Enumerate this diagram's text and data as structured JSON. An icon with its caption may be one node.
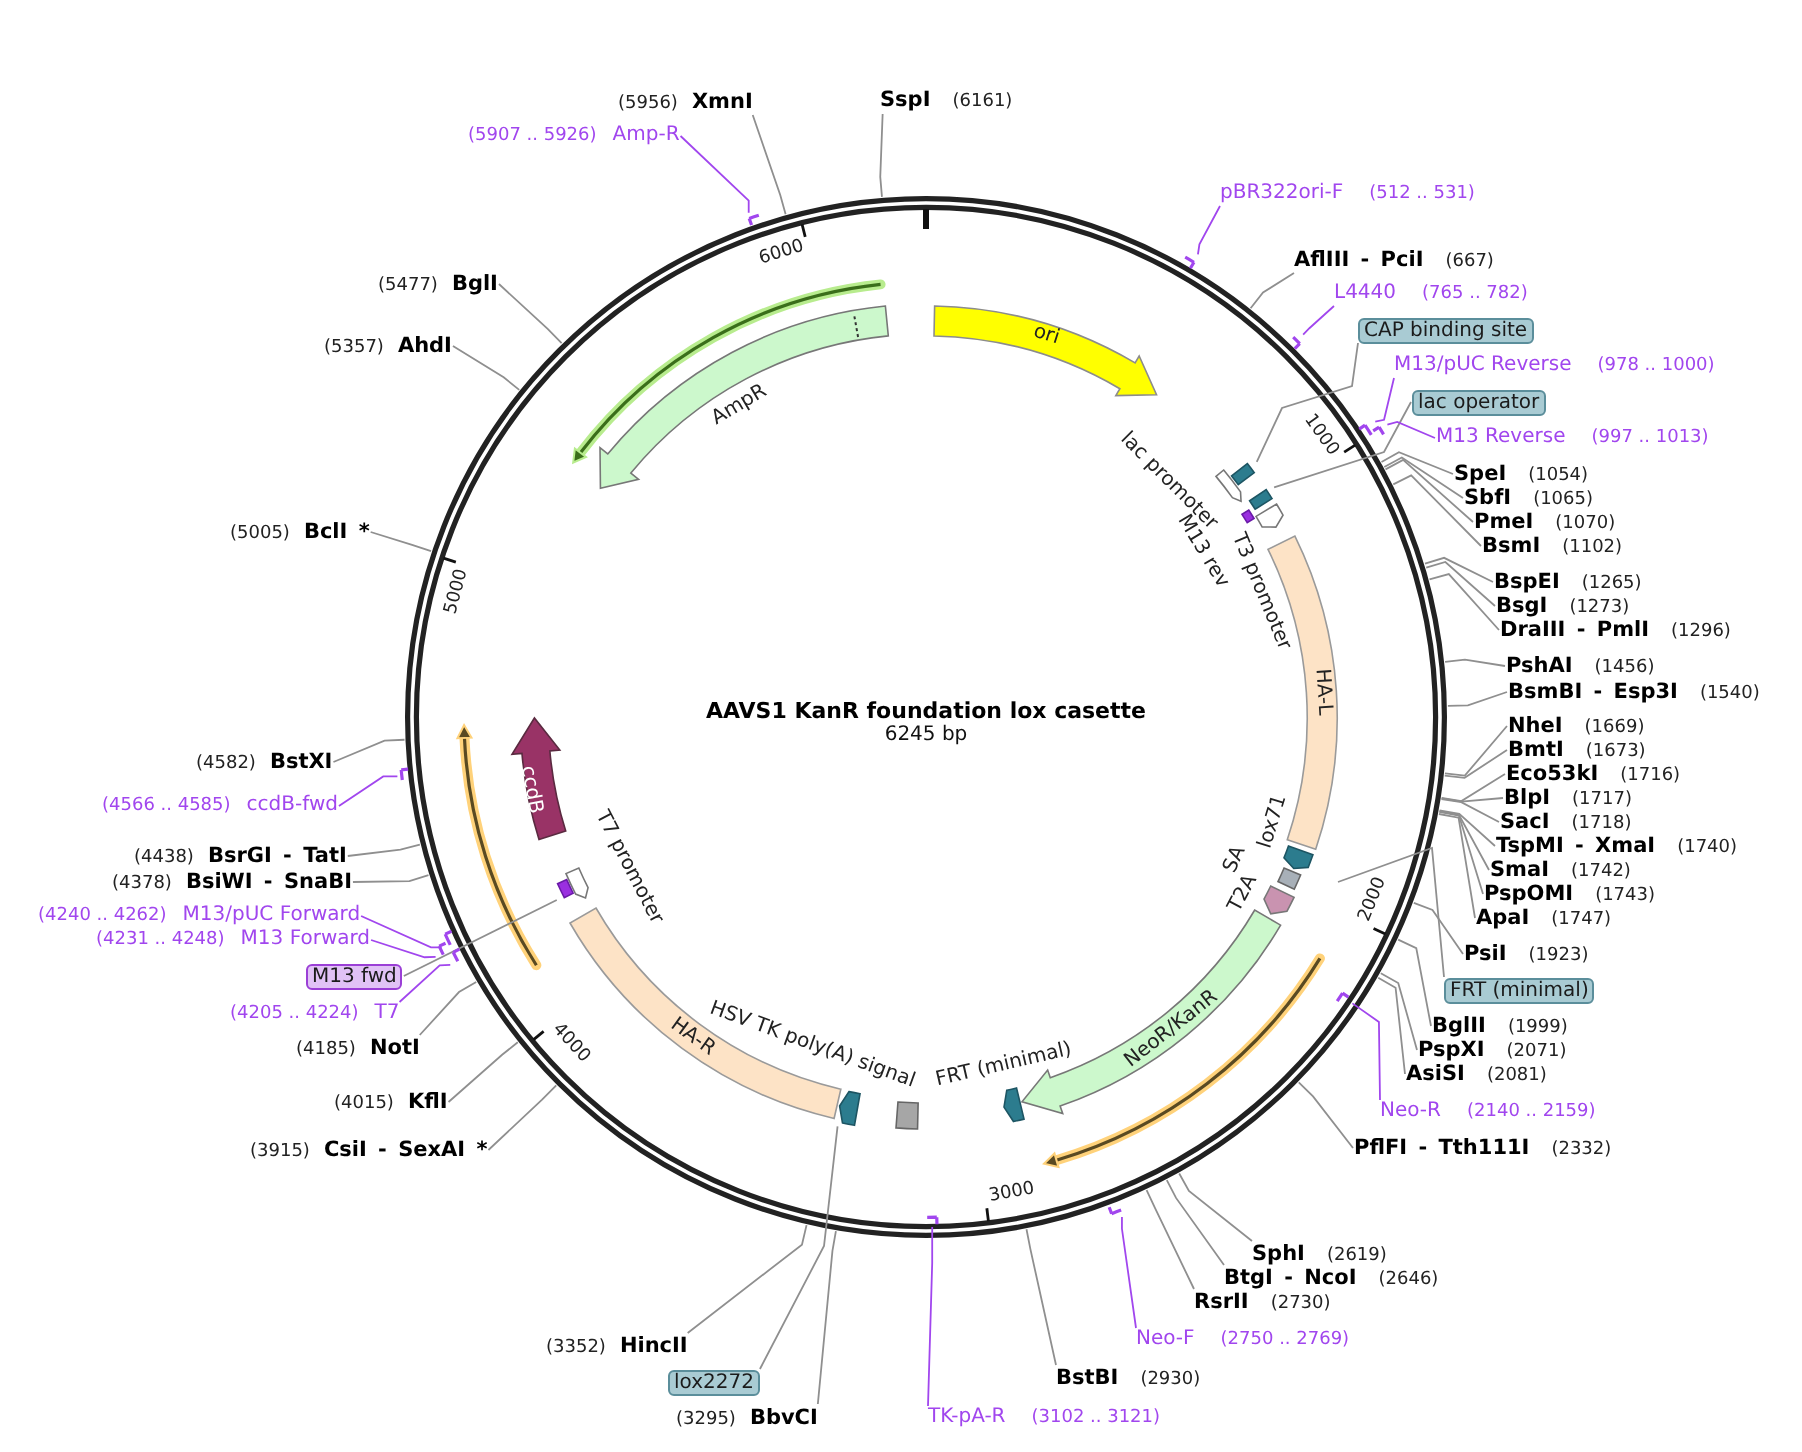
{
  "diagram": {
    "title": "AAVS1 KanR foundation lox casette",
    "nodes": [
      {
        "text": [
          "(5956)",
          "XmnI"
        ]
      },
      {
        "text": [
          "(5907 .. 5926)",
          "Amp-R"
        ]
      },
      {
        "text": [
          "SspI",
          "(6161)"
        ]
      },
      {
        "text": [
          "pBR322ori-F",
          "(512 .. 531)"
        ]
      },
      {
        "text": [
          "AflIII - PciI",
          "(667)"
        ]
      },
      {
        "text": [
          "L4440",
          "(765 .. 782)"
        ]
      },
      {
        "text": [
          "CAP binding site"
        ]
      },
      {
        "text": [
          "M13/pUC Reverse",
          "(978 .. 1000)"
        ]
      },
      {
        "text": [
          "lac operator"
        ]
      },
      {
        "text": [
          "M13 Reverse",
          "(997 .. 1013)"
        ]
      },
      {
        "text": [
          "SpeI",
          "(1054)"
        ]
      },
      {
        "text": [
          "SbfI",
          "(1065)"
        ]
      },
      {
        "text": [
          "PmeI",
          "(1070)"
        ]
      },
      {
        "text": [
          "BsmI",
          "(1102)"
        ]
      },
      {
        "text": [
          "BspEI",
          "(1265)"
        ]
      },
      {
        "text": [
          "BsgI",
          "(1273)"
        ]
      },
      {
        "text": [
          "DraIII - PmlI",
          "(1296)"
        ]
      },
      {
        "text": [
          "PshAI",
          "(1456)"
        ]
      },
      {
        "text": [
          "BsmBI - Esp3I",
          "(1540)"
        ]
      },
      {
        "text": [
          "NheI",
          "(1669)"
        ]
      },
      {
        "text": [
          "BmtI",
          "(1673)"
        ]
      },
      {
        "text": [
          "Eco53kI",
          "(1716)"
        ]
      },
      {
        "text": [
          "BlpI",
          "(1717)"
        ]
      },
      {
        "text": [
          "SacI",
          "(1718)"
        ]
      },
      {
        "text": [
          "TspMI - XmaI",
          "(1740)"
        ]
      },
      {
        "text": [
          "SmaI",
          "(1742)"
        ]
      },
      {
        "text": [
          "PspOMI",
          "(1743)"
        ]
      },
      {
        "text": [
          "ApaI",
          "(1747)"
        ]
      },
      {
        "text": [
          "PsiI",
          "(1923)"
        ]
      },
      {
        "text": [
          "FRT (minimal)"
        ]
      },
      {
        "text": [
          "BglII",
          "(1999)"
        ]
      },
      {
        "text": [
          "PspXI",
          "(2071)"
        ]
      },
      {
        "text": [
          "AsiSI",
          "(2081)"
        ]
      },
      {
        "text": [
          "Neo-R",
          "(2140 .. 2159)"
        ]
      },
      {
        "text": [
          "PflFI - Tth111I",
          "(2332)"
        ]
      },
      {
        "text": [
          "SphI",
          "(2619)"
        ]
      },
      {
        "text": [
          "BtgI - NcoI",
          "(2646)"
        ]
      },
      {
        "text": [
          "RsrII",
          "(2730)"
        ]
      },
      {
        "text": [
          "Neo-F",
          "(2750 .. 2769)"
        ]
      },
      {
        "text": [
          "BstBI",
          "(2930)"
        ]
      },
      {
        "text": [
          "TK-pA-R",
          "(3102 .. 3121)"
        ]
      },
      {
        "text": [
          "(3295)",
          "BbvCI"
        ]
      },
      {
        "text": [
          "lox2272"
        ]
      },
      {
        "text": [
          "(3352)",
          "HincII"
        ]
      },
      {
        "text": [
          "(3915)",
          "CsiI - SexAI *"
        ]
      },
      {
        "text": [
          "(4015)",
          "KflI"
        ]
      },
      {
        "text": [
          "(4185)",
          "NotI"
        ]
      },
      {
        "text": [
          "(4205 .. 4224)",
          "T7"
        ]
      },
      {
        "text": [
          "M13 fwd"
        ]
      },
      {
        "text": [
          "(4231 .. 4248)",
          "M13 Forward"
        ]
      },
      {
        "text": [
          "(4240 .. 4262)",
          "M13/pUC Forward"
        ]
      },
      {
        "text": [
          "(4378)",
          "BsiWI - SnaBI"
        ]
      },
      {
        "text": [
          "(4438)",
          "BsrGI - TatI"
        ]
      },
      {
        "text": [
          "(4566 .. 4585)",
          "ccdB-fwd"
        ]
      },
      {
        "text": [
          "(4582)",
          "BstXI"
        ]
      },
      {
        "text": [
          "(5005)",
          "BclI *"
        ]
      },
      {
        "text": [
          "(5357)",
          "AhdI"
        ]
      },
      {
        "text": [
          "(5477)",
          "BglI"
        ]
      },
      {
        "text": [
          "ori"
        ]
      },
      {
        "text": [
          "lac promoter"
        ]
      },
      {
        "text": [
          "M13 rev"
        ]
      },
      {
        "text": [
          "T3 promoter"
        ]
      },
      {
        "text": [
          "HA-L"
        ]
      },
      {
        "text": [
          "lox71"
        ]
      },
      {
        "text": [
          "SA"
        ]
      },
      {
        "text": [
          "T2A"
        ]
      },
      {
        "text": [
          "NeoR/KanR"
        ]
      },
      {
        "text": [
          "FRT (minimal)"
        ]
      },
      {
        "text": [
          "HSV TK poly(A) signal"
        ]
      },
      {
        "text": [
          "HA-R"
        ]
      },
      {
        "text": [
          "T7 promoter"
        ]
      },
      {
        "text": [
          "ccdB"
        ]
      },
      {
        "text": [
          "AmpR"
        ]
      },
      {
        "text": [],
        "shape": "box"
      },
      {
        "text": [],
        "shape": "box"
      },
      {
        "text": [],
        "shape": "arrow"
      },
      {
        "text": [],
        "shape": "bar"
      },
      {
        "text": [],
        "shape": "bar"
      },
      {
        "text": [],
        "shape": "bar"
      },
      {
        "text": [],
        "shape": "bar"
      },
      {
        "text": [],
        "shape": "bar"
      },
      {
        "text": [],
        "shape": "bar"
      },
      {
        "text": [],
        "shape": "bar"
      },
      {
        "text": [],
        "shape": "bar"
      },
      {
        "text": [],
        "shape": "bar"
      },
      {
        "text": [],
        "shape": "bar"
      },
      {
        "text": [],
        "shape": "bar"
      },
      {
        "text": [],
        "shape": "bar"
      },
      {
        "text": [],
        "shape": "bar"
      }
    ],
    "edges": [
      {
        "from": 0,
        "to": null,
        "arrow": "none"
      },
      {
        "from": 1,
        "to": 77,
        "arrow": "none",
        "color": "#a146ee"
      },
      {
        "from": 2,
        "to": null,
        "arrow": "none"
      },
      {
        "from": 3,
        "to": 78,
        "arrow": "none",
        "color": "#a146ee"
      },
      {
        "from": 4,
        "to": null,
        "arrow": "none"
      },
      {
        "from": 5,
        "to": 79,
        "arrow": "none",
        "color": "#a146ee"
      },
      {
        "from": 6,
        "to": 73,
        "arrow": "none"
      },
      {
        "from": 7,
        "to": 80,
        "arrow": "none",
        "color": "#a146ee"
      },
      {
        "from": 8,
        "to": 74,
        "arrow": "none"
      },
      {
        "from": 9,
        "to": 81,
        "arrow": "none",
        "color": "#a146ee"
      },
      {
        "from": 10,
        "to": null,
        "arrow": "none"
      },
      {
        "from": 11,
        "to": null,
        "arrow": "none"
      },
      {
        "from": 12,
        "to": null,
        "arrow": "none"
      },
      {
        "from": 13,
        "to": null,
        "arrow": "none"
      },
      {
        "from": 14,
        "to": null,
        "arrow": "none"
      },
      {
        "from": 15,
        "to": null,
        "arrow": "none"
      },
      {
        "from": 16,
        "to": null,
        "arrow": "none"
      },
      {
        "from": 17,
        "to": null,
        "arrow": "none"
      },
      {
        "from": 18,
        "to": null,
        "arrow": "none"
      },
      {
        "from": 19,
        "to": null,
        "arrow": "none"
      },
      {
        "from": 20,
        "to": null,
        "arrow": "none"
      },
      {
        "from": 21,
        "to": null,
        "arrow": "none"
      },
      {
        "from": 22,
        "to": null,
        "arrow": "none"
      },
      {
        "from": 23,
        "to": null,
        "arrow": "none"
      },
      {
        "from": 24,
        "to": null,
        "arrow": "none"
      },
      {
        "from": 25,
        "to": null,
        "arrow": "none"
      },
      {
        "from": 26,
        "to": null,
        "arrow": "none"
      },
      {
        "from": 27,
        "to": null,
        "arrow": "none"
      },
      {
        "from": 28,
        "to": null,
        "arrow": "none"
      },
      {
        "from": 29,
        "to": null,
        "arrow": "none"
      },
      {
        "from": 30,
        "to": null,
        "arrow": "none"
      },
      {
        "from": 31,
        "to": null,
        "arrow": "none"
      },
      {
        "from": 32,
        "to": null,
        "arrow": "none"
      },
      {
        "from": 33,
        "to": 82,
        "arrow": "none",
        "color": "#a146ee"
      },
      {
        "from": 34,
        "to": null,
        "arrow": "none"
      },
      {
        "from": 35,
        "to": null,
        "arrow": "none"
      },
      {
        "from": 36,
        "to": null,
        "arrow": "none"
      },
      {
        "from": 37,
        "to": null,
        "arrow": "none"
      },
      {
        "from": 38,
        "to": 83,
        "arrow": "none",
        "color": "#a146ee"
      },
      {
        "from": 39,
        "to": null,
        "arrow": "none"
      },
      {
        "from": 40,
        "to": 84,
        "arrow": "none",
        "color": "#a146ee"
      },
      {
        "from": 41,
        "to": null,
        "arrow": "none"
      },
      {
        "from": 42,
        "to": 75,
        "arrow": "none"
      },
      {
        "from": 43,
        "to": null,
        "arrow": "none"
      },
      {
        "from": 44,
        "to": null,
        "arrow": "none"
      },
      {
        "from": 45,
        "to": null,
        "arrow": "none"
      },
      {
        "from": 46,
        "to": null,
        "arrow": "none"
      },
      {
        "from": 47,
        "to": 85,
        "arrow": "none",
        "color": "#a146ee"
      },
      {
        "from": 48,
        "to": 76,
        "arrow": "none"
      },
      {
        "from": 49,
        "to": 86,
        "arrow": "none",
        "color": "#a146ee"
      },
      {
        "from": 50,
        "to": 87,
        "arrow": "none",
        "color": "#a146ee"
      },
      {
        "from": 51,
        "to": null,
        "arrow": "none"
      },
      {
        "from": 52,
        "to": null,
        "arrow": "none"
      },
      {
        "from": 53,
        "to": 88,
        "arrow": "none",
        "color": "#a146ee"
      },
      {
        "from": 54,
        "to": null,
        "arrow": "none"
      },
      {
        "from": 55,
        "to": null,
        "arrow": "none"
      },
      {
        "from": 56,
        "to": null,
        "arrow": "none"
      },
      {
        "from": 57,
        "to": null,
        "arrow": "none"
      }
    ],
    "labels": [
      "6245 bp",
      "1000",
      "2000",
      "3000",
      "4000",
      "5000",
      "6000"
    ]
  }
}
